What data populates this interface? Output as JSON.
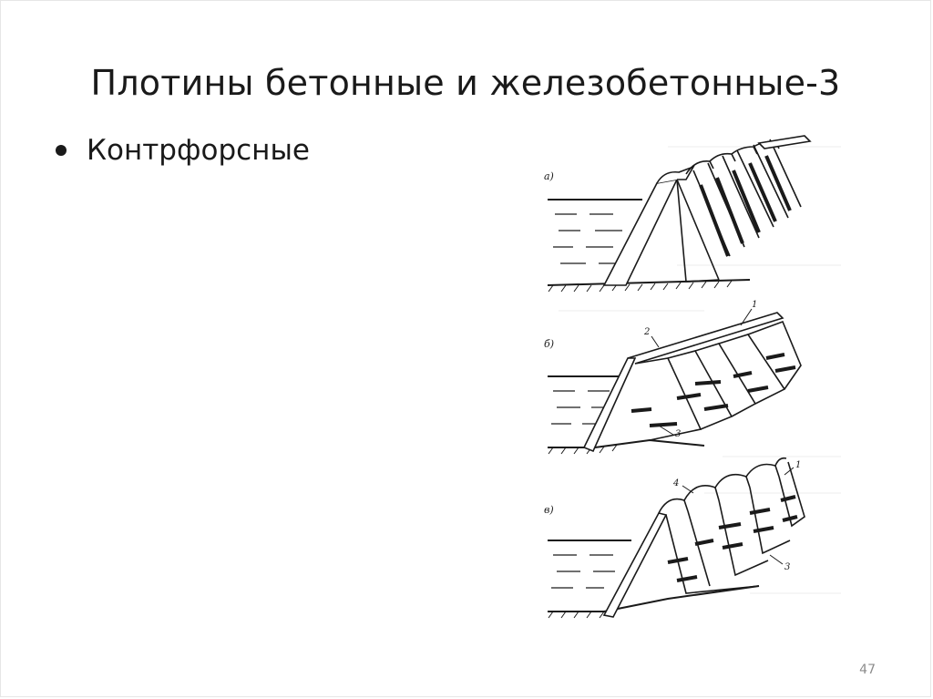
{
  "slide": {
    "title": "Плотины бетонные и железобетонные-3",
    "bullets": [
      "Контрфорсные"
    ],
    "page_number": "47"
  },
  "figure": {
    "panels": [
      {
        "label": "а)",
        "callouts": []
      },
      {
        "label": "б)",
        "callouts": [
          "1",
          "2",
          "3"
        ]
      },
      {
        "label": "в)",
        "callouts": [
          "4",
          "1",
          "3"
        ]
      }
    ]
  }
}
